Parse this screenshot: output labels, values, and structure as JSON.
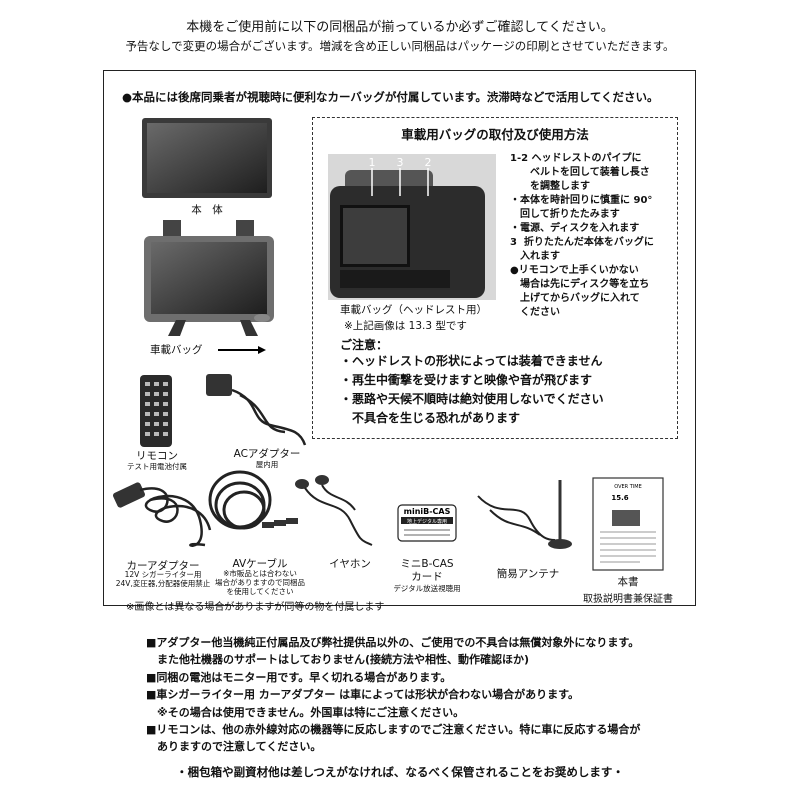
{
  "header": {
    "line1": "本機をご使用前に以下の同梱品が揃っているか必ずご確認してください。",
    "line2": "予告なしで変更の場合がございます。増減を含め正しい同梱品はパッケージの印刷とさせていただきます。"
  },
  "bag_note": "●本品には後席同乗者が視聴時に便利なカーバッグが付属しています。渋滞時などで活用してください。",
  "bag_usage": {
    "title": "車載用バッグの取付及び使用方法",
    "photo_numbers": [
      "1",
      "3",
      "2"
    ],
    "caption": "車載バッグ（ヘッドレスト用）",
    "caption_note": "※上記画像は 13.3 型です",
    "steps": [
      "1-2 ヘッドレストのパイプに",
      "　　ベルトを回して装着し長さ",
      "　　を調整します",
      "・本体を時計回りに慎重に 90°",
      "　回して折りたたみます",
      "・電源、ディスクを入れます",
      "3  折りたたんだ本体をバッグに",
      "　入れます",
      "●リモコンで上手くいかない",
      "　場合は先にディスク等を立ち",
      "　上げてからバッグに入れて",
      "　ください"
    ],
    "caution_title": "ご注意：",
    "cautions": [
      "・ヘッドレストの形状によっては装着できません",
      "・再生中衝撃を受けますと映像や音が飛びます",
      "・悪路や天候不順時は絶対使用しないでください",
      "　不具合を生じる恐れがあります"
    ]
  },
  "items": {
    "main_unit": "本　体",
    "car_bag": "車載バッグ",
    "remote": "リモコン",
    "remote_sub": "テスト用電池付属",
    "ac_adapter": "ACアダプター",
    "ac_adapter_sub": "屋内用",
    "car_adapter": "カーアダプター",
    "car_adapter_sub1": "12V シガーライター用",
    "car_adapter_sub2": "24V,変圧器,分配器使用禁止",
    "av_cable": "AVケーブル",
    "av_cable_sub1": "※市販品とは合わない",
    "av_cable_sub2": "場合がありますので同梱品",
    "av_cable_sub3": "を使用してください",
    "earphone": "イヤホン",
    "bcas": "ミニB-CAS",
    "bcas2": "カード",
    "bcas_sub": "デジタル放送視聴用",
    "bcas_card_text": "miniB-CAS",
    "bcas_card_sub": "地上デジタル専用",
    "antenna": "簡易アンテナ",
    "manual": "本書",
    "manual_sub": "取扱説明書兼保証書",
    "manual_brand": "OVER TIME",
    "manual_size": "15.6"
  },
  "footnote": "※画像とは異なる場合がありますが同等の物を付属します",
  "notes": [
    "■アダプター他当機純正付属品及び弊社提供品以外の、ご使用での不具合は無償対象外になります。",
    "　また他社機器のサポートはしておりません(接続方法や相性、動作確認ほか)",
    "■同梱の電池はモニター用です。早く切れる場合があります。",
    "■車シガーライター用 カーアダプター は車によっては形状が合わない場合があります。",
    "　※その場合は使用できません。外国車は特にご注意ください。",
    "■リモコンは、他の赤外線対応の機器等に反応しますのでご注意ください。特に車に反応する場合が",
    "　ありますので注意してください。"
  ],
  "final": "・梱包箱や副資材他は差しつえがなければ、なるべく保管されることをお奨めします・"
}
